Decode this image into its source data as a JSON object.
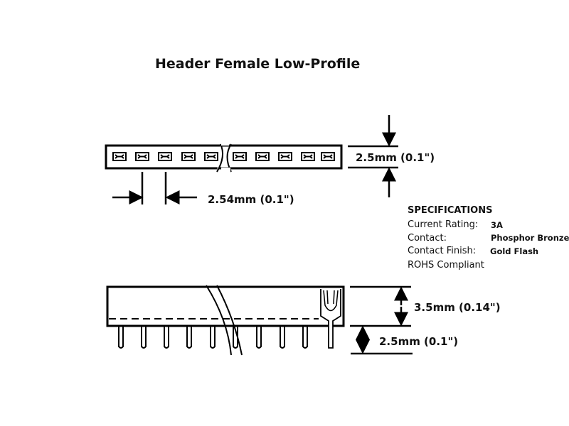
{
  "title": "Header Female Low-Profile",
  "top_view": {
    "height_dim": "2.5mm (0.1\")",
    "pitch_dim": "2.54mm (0.1\")"
  },
  "side_view": {
    "body_height_dim": "3.5mm (0.14\")",
    "pin_length_dim": "2.5mm (0.1\")"
  },
  "specifications": {
    "heading": "SPECIFICATIONS",
    "rows": [
      {
        "label": "Current Rating:",
        "value": "3A"
      },
      {
        "label": "Contact:",
        "value": "Phosphor Bronze"
      },
      {
        "label": "Contact Finish:",
        "value": "Gold Flash"
      },
      {
        "label": "ROHS Compliant",
        "value": ""
      }
    ]
  }
}
